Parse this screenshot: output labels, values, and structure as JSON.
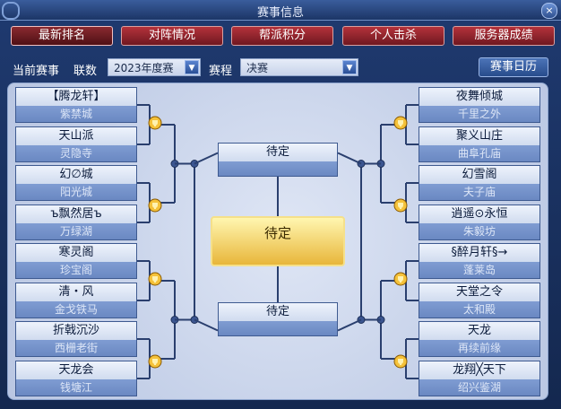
{
  "window": {
    "title": "赛事信息",
    "close_label": "×"
  },
  "tabs": [
    "最新排名",
    "对阵情况",
    "帮派积分",
    "个人击杀",
    "服务器成绩"
  ],
  "filters": {
    "current_label": "当前赛事",
    "league_label": "联数",
    "league_value": "2023年度赛",
    "stage_label": "赛程",
    "stage_value": "决赛",
    "calendar_button": "赛事日历"
  },
  "left_teams": [
    {
      "name": "【腾龙轩】",
      "server": "紫禁城"
    },
    {
      "name": "天山派",
      "server": "灵隐寺"
    },
    {
      "name": "幻∅城",
      "server": "阳光城"
    },
    {
      "name": "ъ飘然居ъ",
      "server": "万绿湖"
    },
    {
      "name": "寒灵阁",
      "server": "珍宝阁"
    },
    {
      "name": "清・风",
      "server": "金戈铁马"
    },
    {
      "name": "折戟沉沙",
      "server": "西栅老街"
    },
    {
      "name": "天龙会",
      "server": "钱塘江"
    }
  ],
  "right_teams": [
    {
      "name": "夜舞倾城",
      "server": "千里之外"
    },
    {
      "name": "聚义山庄",
      "server": "曲阜孔庙"
    },
    {
      "name": "幻雪阁",
      "server": "夫子庙"
    },
    {
      "name": "逍遥⊙永恒",
      "server": "朱毅坊"
    },
    {
      "name": "§醉月轩§→",
      "server": "蓬莱岛"
    },
    {
      "name": "天堂之令",
      "server": "太和殿"
    },
    {
      "name": "天龙",
      "server": "再续前缘"
    },
    {
      "name": "龙翔╳天下",
      "server": "绍兴鉴湖"
    }
  ],
  "semis": {
    "top": "待定",
    "bottom": "待定"
  },
  "final": "待定",
  "colors": {
    "accent": "#b4323b",
    "board": "#c8d3ea",
    "gold": "#f5c23a"
  }
}
